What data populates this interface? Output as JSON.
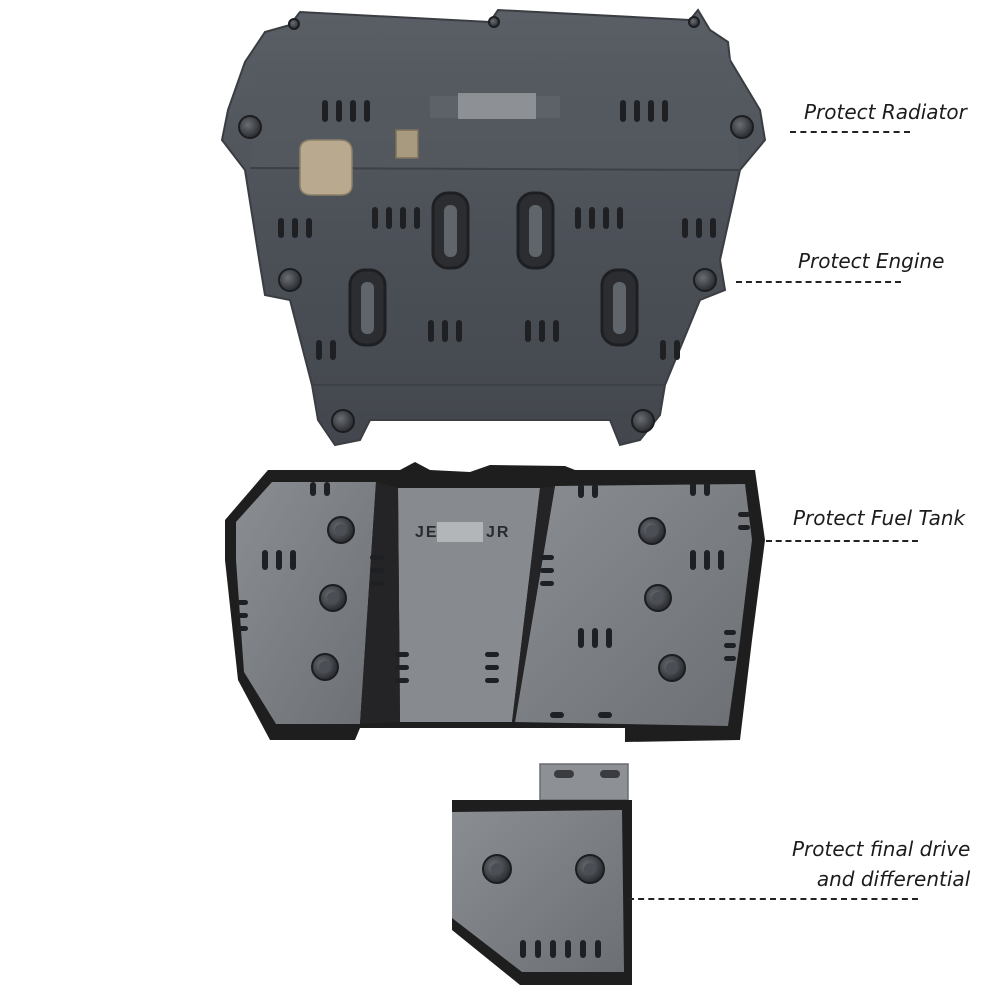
{
  "labels": {
    "radiator": "Protect Radiator",
    "engine": "Protect Engine",
    "fuel_tank": "Protect Fuel Tank",
    "final_drive_line1": "Protect final drive",
    "final_drive_line2": "and differential"
  },
  "colors": {
    "plate_steel": "#4d5258",
    "plate_light": "#7a7e82",
    "frame_black": "#1e1e1e",
    "pad_tan": "#b9a98e",
    "text": "#1c1c1c"
  }
}
